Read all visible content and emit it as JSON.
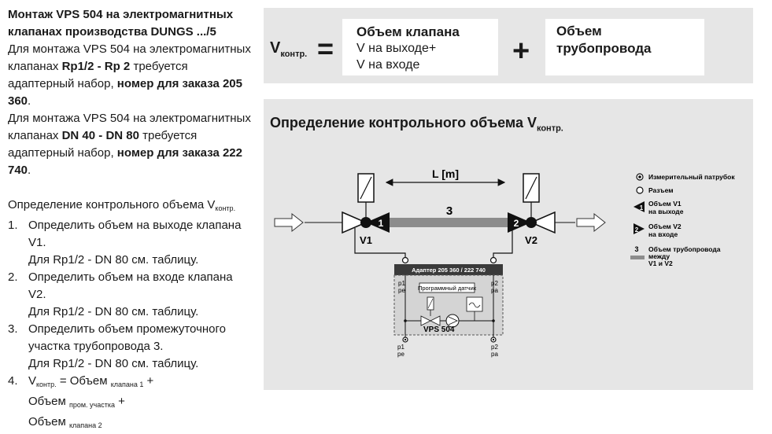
{
  "left": {
    "heading": "Монтаж VPS 504 на электромагнитных клапанах производства DUNGS .../5",
    "p1_pre": "Для монтажа VPS 504 на электромагнитных клапанах ",
    "p1_bold1": "Rp1/2 - Rp 2",
    "p1_mid": " требуется адаптерный набор, ",
    "p1_bold2": "номер для заказа 205 360",
    "p1_end": ".",
    "p2_pre": "Для монтажа VPS 504 на электромагнитных клапанах ",
    "p2_bold1": "DN 40 - DN 80",
    "p2_mid": " требуется адаптерный набор, ",
    "p2_bold2": "номер для заказа 222 740",
    "p2_end": ".",
    "def_text": "Определение контрольного объема V",
    "def_sub": "контр.",
    "steps": [
      {
        "num": "1.",
        "line1": "Определить объем на выходе клапана V1.",
        "line2": "Для Rp1/2 - DN 80 см. таблицу."
      },
      {
        "num": "2.",
        "line1": "Определить объем на входе клапана V2.",
        "line2": "Для Rp1/2 - DN 80 см. таблицу."
      },
      {
        "num": "3.",
        "line1": "Определить объем промежуточного",
        "line1b": "участка трубопровода 3.",
        "line2": "Для Rp1/2 - DN 80 см. таблицу."
      }
    ],
    "step4": {
      "num": "4.",
      "v": "V",
      "v_sub": "контр.",
      "eq": " = Объем ",
      "sub1": "клапана 1",
      "plus1": " +",
      "obj2": "Объем ",
      "sub2": "пром. участка",
      "plus2": " +",
      "obj3": "Объем ",
      "sub3": "клапана 2"
    }
  },
  "formula": {
    "v": "V",
    "v_sub": "контр.",
    "equals": "=",
    "box1_title": "Объем клапана",
    "box1_line2": "V на выходе+",
    "box1_line3": "V на входе",
    "plus": "+",
    "box2_line1": "Объем",
    "box2_line2": "трубопровода"
  },
  "diagram": {
    "title_main": "Определение контрольного объема V",
    "title_sub": "контр.",
    "length_label": "L [m]",
    "pipe_label": "3",
    "v1_label": "V1",
    "v2_label": "V2",
    "marker1": "1",
    "marker2": "2",
    "adapter_label": "Адаптер 205 360 / 222 740",
    "sensor_label": "Программный датчик",
    "vps_label": "VPS 504",
    "p1": "p1",
    "pe": "pe",
    "p2": "p2",
    "pa": "pa",
    "legend": [
      {
        "icon": "measuring-point",
        "line1": "Измерительный патрубок"
      },
      {
        "icon": "connector",
        "line1": "Разъем"
      },
      {
        "icon": "v1-outlet-marker",
        "num": "1",
        "line1": "Объем V1",
        "line2": "на выходе"
      },
      {
        "icon": "v2-inlet-marker",
        "num": "2",
        "line1": "Объем V2",
        "line2": "на входе"
      },
      {
        "icon": "pipe-section",
        "num": "3",
        "line1": "Объем трубопровода",
        "line2": "между",
        "line3": "V1 и V2"
      }
    ]
  },
  "colors": {
    "panel_bg": "#e6e6e6",
    "pipe": "#8c8c8c",
    "adapter_bar": "#3a3a3a"
  }
}
